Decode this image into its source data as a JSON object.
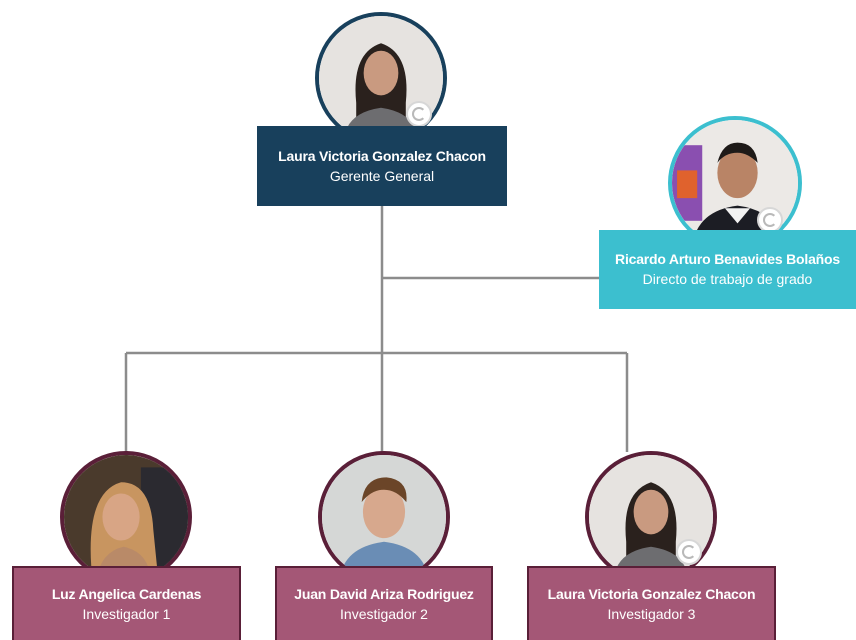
{
  "org_chart": {
    "root": {
      "name": "Laura Victoria Gonzalez Chacon",
      "role": "Gerente General",
      "color": "#18405c"
    },
    "assistant": {
      "name": "Ricardo Arturo Benavides Bolaños",
      "role": "Directo de trabajo de grado",
      "color": "#3cbfcf"
    },
    "children": [
      {
        "name": "Luz Angelica Cardenas",
        "role": "Investigador 1"
      },
      {
        "name": "Juan David Ariza Rodriguez",
        "role": "Investigador 2"
      },
      {
        "name": "Laura Victoria Gonzalez Chacon",
        "role": "Investigador 3"
      }
    ],
    "child_color": "#a45776",
    "child_border_color": "#5a1f38",
    "connector_color": "#8c8c8c",
    "icons": {
      "photo": "person-photo-icon",
      "loading": "loading-spinner-icon"
    }
  }
}
